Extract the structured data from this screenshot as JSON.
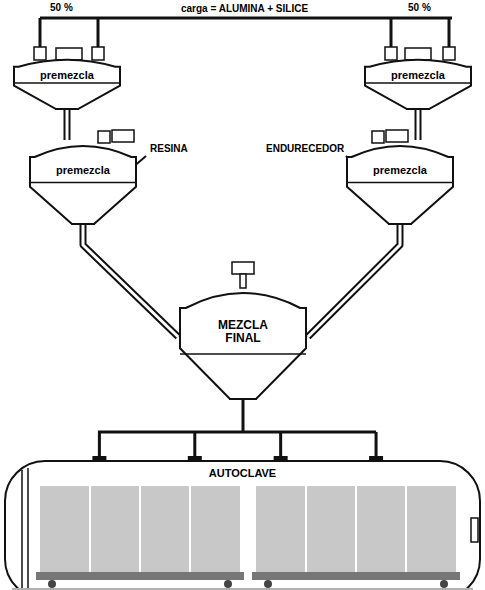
{
  "diagram": {
    "nodes": [
      {
        "text": [
          "premezcla"
        ]
      },
      {
        "text": [
          "premezcla"
        ]
      },
      {
        "text": [
          "premezcla"
        ]
      },
      {
        "text": [
          "premezcla"
        ]
      },
      {
        "text": [
          "MEZCLA FINAL"
        ]
      },
      {
        "text": [
          "AUTOCLAVE"
        ]
      }
    ],
    "edges": [
      {
        "from": 0,
        "to": 2,
        "arrow": "none"
      },
      {
        "from": 1,
        "to": 3,
        "arrow": "none"
      },
      {
        "from": 2,
        "to": 4,
        "arrow": "none"
      },
      {
        "from": 3,
        "to": 4,
        "arrow": "none"
      },
      {
        "from": 4,
        "to": 5,
        "arrow": "none"
      }
    ],
    "labels": [
      "50 %",
      "carga = ALUMINA + SILICE",
      "50 %",
      "RESINA",
      "ENDURECEDOR"
    ]
  }
}
